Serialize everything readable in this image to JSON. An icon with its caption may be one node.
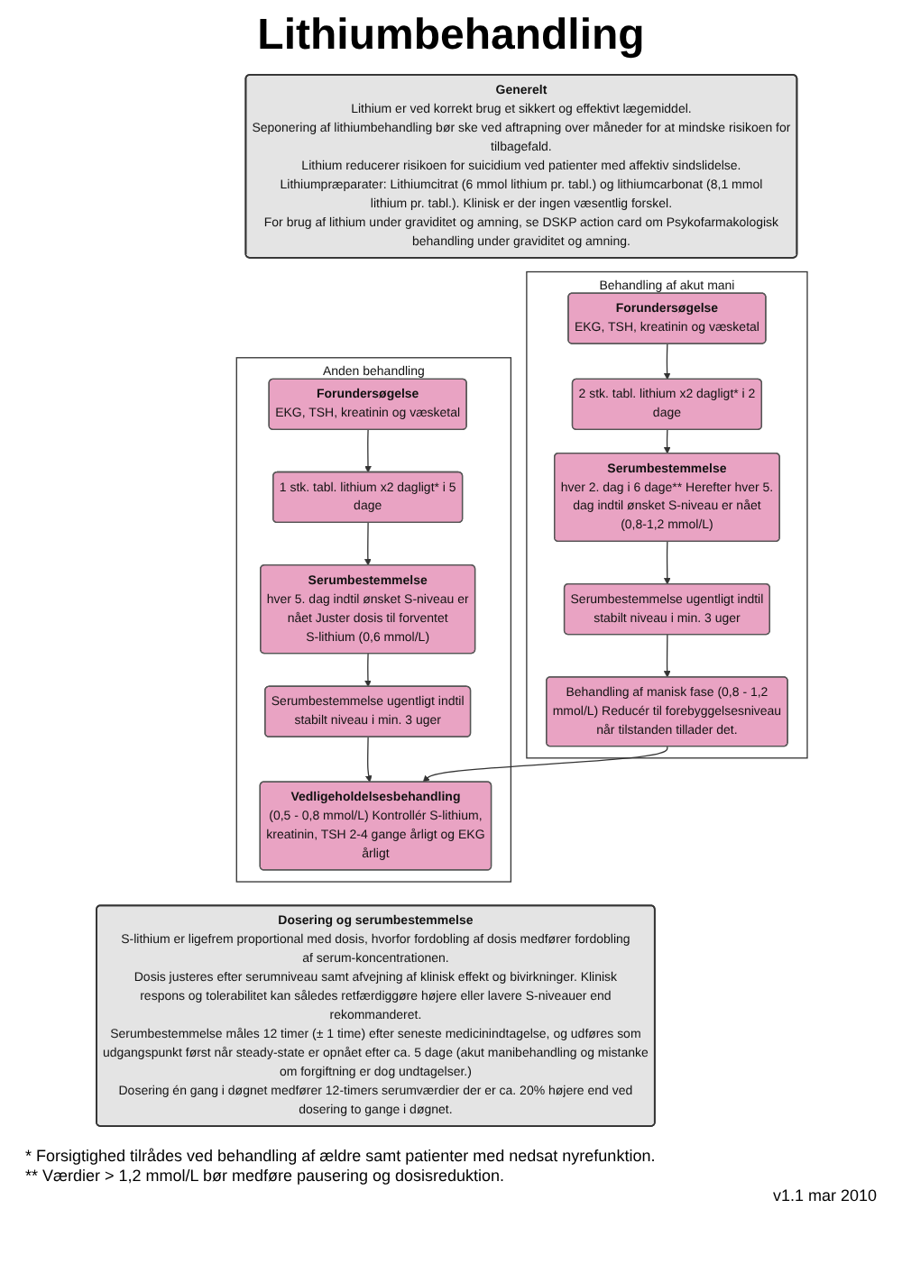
{
  "diagram": {
    "title": "Lithiumbehandling",
    "nodes": [
      {
        "text": [
          "Generelt",
          "Lithium er ved korrekt brug et sikkert og effektivt lægemiddel.",
          "Seponering af lithiumbehandling bør ske ved aftrapning over måneder for at mindske risikoen for tilbagefald.",
          "Lithium reducerer risikoen for suicidium ved patienter med affektiv sindslidelse.",
          "Lithiumpræparater: Lithiumcitrat (6 mmol lithium pr. tabl.) og lithiumcarbonat (8,1 mmol lithium pr. tabl.). Klinisk er der ingen væsentlig forskel.",
          "For brug af lithium under graviditet og amning, se DSKP action card om Psykofarmakologisk behandling under graviditet og amning."
        ]
      },
      {
        "text": [
          "Behandling af akut mani"
        ]
      },
      {
        "text": [
          "Forundersøgelse",
          "EKG, TSH, kreatinin og væsketal"
        ],
        "in": 1
      },
      {
        "text": [
          "2 stk. tabl. lithium x2 dagligt* i 2 dage"
        ],
        "in": 1
      },
      {
        "text": [
          "Serumbestemmelse",
          "hver 2. dag i 6 dage** Herefter hver 5. dag indtil ønsket S-niveau er nået (0,8-1,2 mmol/L)"
        ],
        "in": 1
      },
      {
        "text": [
          "Serumbestemmelse ugentligt indtil stabilt niveau i min. 3 uger"
        ],
        "in": 1
      },
      {
        "text": [
          "Behandling af manisk fase (0,8 - 1,2 mmol/L) Reducér til forebyggelsesniveau når tilstanden tillader det."
        ],
        "in": 1
      },
      {
        "text": [
          "Anden behandling"
        ]
      },
      {
        "text": [
          "Forundersøgelse",
          "EKG, TSH, kreatinin og væsketal"
        ],
        "in": 7
      },
      {
        "text": [
          "1 stk. tabl. lithium x2 dagligt* i 5 dage"
        ],
        "in": 7
      },
      {
        "text": [
          "Serumbestemmelse",
          "hver 5. dag indtil ønsket S-niveau er nået Juster dosis til forventet S-lithium (0,6 mmol/L)"
        ],
        "in": 7
      },
      {
        "text": [
          "Serumbestemmelse ugentligt indtil stabilt niveau i min. 3 uger"
        ],
        "in": 7
      },
      {
        "text": [
          "Vedligeholdelsesbehandling",
          "(0,5 - 0,8 mmol/L) Kontrollér S-lithium, kreatinin, TSH 2-4 gange årligt og EKG årligt"
        ],
        "in": 7
      },
      {
        "text": [
          "Dosering og serumbestemmelse",
          "S-lithium er ligefrem proportional med dosis, hvorfor fordobling af dosis medfører fordobling af serum-koncentrationen.",
          "Dosis justeres efter serumniveau samt afvejning af klinisk effekt og bivirkninger. Klinisk respons og tolerabilitet kan således retfærdiggøre højere eller lavere S-niveauer end rekommanderet.",
          "Serumbestemmelse måles 12 timer (± 1 time) efter seneste medicinindtagelse, og udføres som udgangspunkt først når steady-state er opnået efter ca. 5 dage (akut manibehandling og mistanke om forgiftning er dog undtagelser.)",
          "Dosering én gang i døgnet medfører 12-timers serumværdier der er ca. 20% højere end ved dosering to gange i døgnet."
        ]
      }
    ],
    "edges": [
      {
        "from": 2,
        "to": 3,
        "arrow": "to"
      },
      {
        "from": 3,
        "to": 4,
        "arrow": "to"
      },
      {
        "from": 4,
        "to": 5,
        "arrow": "to"
      },
      {
        "from": 5,
        "to": 6,
        "arrow": "to"
      },
      {
        "from": 8,
        "to": 9,
        "arrow": "to"
      },
      {
        "from": 9,
        "to": 10,
        "arrow": "to"
      },
      {
        "from": 10,
        "to": 11,
        "arrow": "to"
      },
      {
        "from": 11,
        "to": 12,
        "arrow": "to"
      },
      {
        "from": 6,
        "to": 12,
        "arrow": "to"
      }
    ],
    "labels": [
      "* Forsigtighed tilrådes ved behandling af ældre samt patienter med nedsat nyrefunktion.",
      "** Værdier > 1,2 mmol/L bør medføre pausering og dosisreduktion.",
      "v1.1 mar 2010"
    ]
  }
}
